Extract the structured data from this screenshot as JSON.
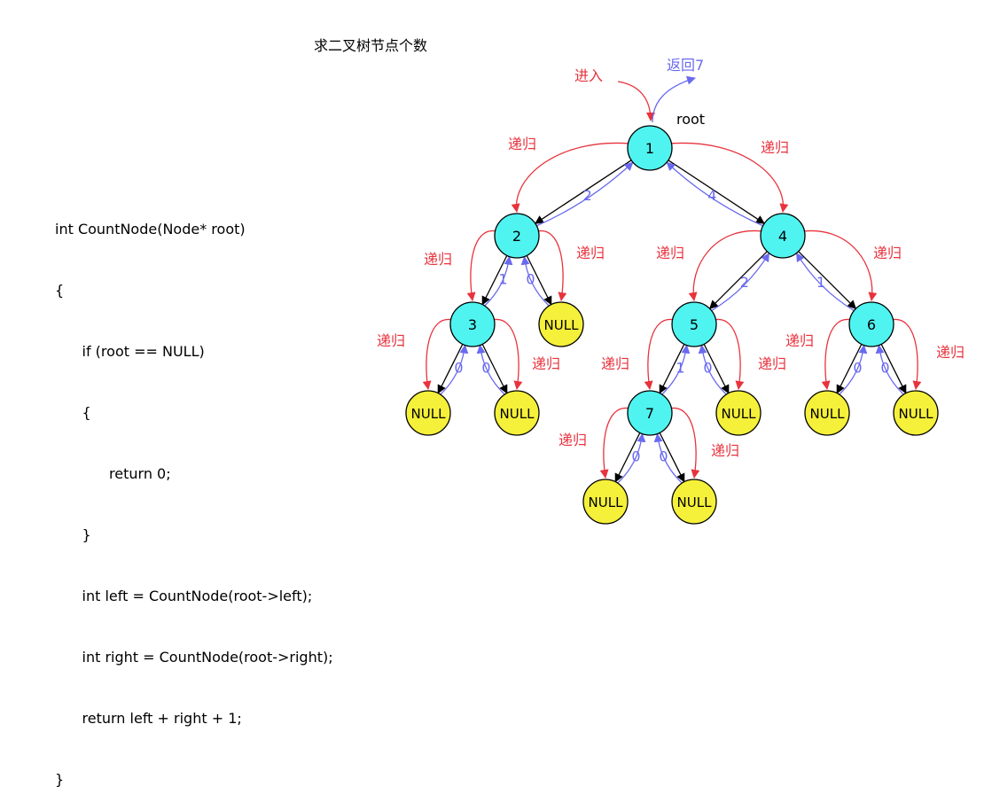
{
  "title": "求二叉树节点个数",
  "code_lines": [
    "int CountNode(Node* root)",
    "{",
    "      if (root == NULL)",
    "      {",
    "            return 0;",
    "      }",
    "      int left = CountNode(root->left);",
    "      int right = CountNode(root->right);",
    "      return left + right + 1;",
    "}"
  ],
  "enter_label": "进入",
  "return_label": "返回7",
  "root_label": "root",
  "recursion_label": "递归",
  "null_label": "NULL",
  "colors": {
    "node_fill": "#4ff4f0",
    "null_fill": "#f5f03a",
    "call_arrow": "#e8323c",
    "return_arrow": "#6a6af0",
    "edge": "#000000"
  },
  "nodes": [
    {
      "id": "n1",
      "label": "1"
    },
    {
      "id": "n2",
      "label": "2"
    },
    {
      "id": "n3",
      "label": "3"
    },
    {
      "id": "n4",
      "label": "4"
    },
    {
      "id": "n5",
      "label": "5"
    },
    {
      "id": "n6",
      "label": "6"
    },
    {
      "id": "n7",
      "label": "7"
    },
    {
      "id": "nr2",
      "label": "NULL"
    },
    {
      "id": "nl3",
      "label": "NULL"
    },
    {
      "id": "nr3",
      "label": "NULL"
    },
    {
      "id": "nr5",
      "label": "NULL"
    },
    {
      "id": "nl6",
      "label": "NULL"
    },
    {
      "id": "nr6",
      "label": "NULL"
    },
    {
      "id": "nl7",
      "label": "NULL"
    },
    {
      "id": "nr7",
      "label": "NULL"
    }
  ],
  "edges": [
    {
      "from": "n1",
      "to": "n2",
      "return_value": "2"
    },
    {
      "from": "n1",
      "to": "n4",
      "return_value": "4"
    },
    {
      "from": "n2",
      "to": "n3",
      "return_value": "1"
    },
    {
      "from": "n2",
      "to": "nr2",
      "return_value": "0"
    },
    {
      "from": "n3",
      "to": "nl3",
      "return_value": "0"
    },
    {
      "from": "n3",
      "to": "nr3",
      "return_value": "0"
    },
    {
      "from": "n4",
      "to": "n5",
      "return_value": "2"
    },
    {
      "from": "n4",
      "to": "n6",
      "return_value": "1"
    },
    {
      "from": "n5",
      "to": "n7",
      "return_value": "1"
    },
    {
      "from": "n5",
      "to": "nr5",
      "return_value": "0"
    },
    {
      "from": "n6",
      "to": "nl6",
      "return_value": "0"
    },
    {
      "from": "n6",
      "to": "nr6",
      "return_value": "0"
    },
    {
      "from": "n7",
      "to": "nl7",
      "return_value": "0"
    },
    {
      "from": "n7",
      "to": "nr7",
      "return_value": "0"
    }
  ]
}
